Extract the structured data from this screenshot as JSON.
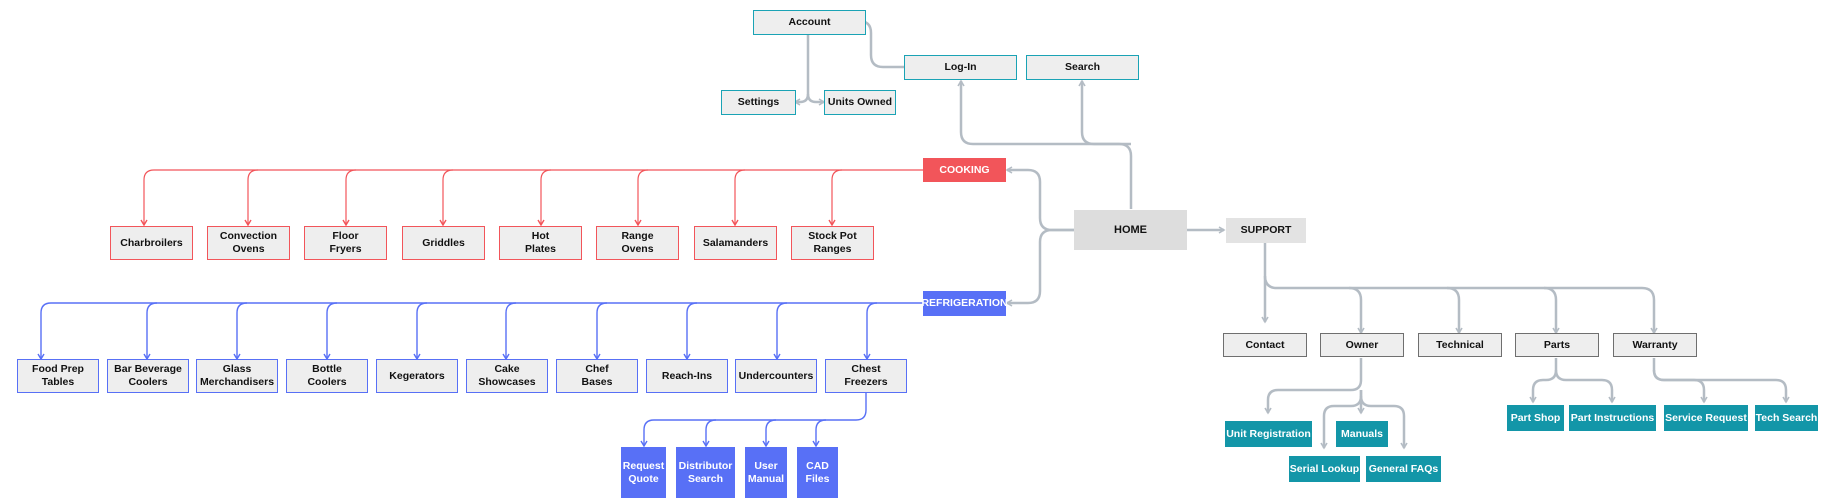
{
  "colors": {
    "red": "#f2555a",
    "blue": "#5870f6",
    "teal": "#1396a8",
    "grey_wire": "#b4bcc4",
    "light_box": "#eeeeee"
  },
  "nodes": {
    "account": "Account",
    "login": "Log-In",
    "search": "Search",
    "settings": "Settings",
    "units_owned": "Units Owned",
    "cooking": "COOKING",
    "home": "HOME",
    "support": "SUPPORT",
    "refrigeration": "REFRIGERATION",
    "cooking_items": [
      "Charbroilers",
      "Convection\nOvens",
      "Floor\nFryers",
      "Griddles",
      "Hot\nPlates",
      "Range\nOvens",
      "Salamanders",
      "Stock Pot\nRanges"
    ],
    "refrigeration_items": [
      "Food Prep\nTables",
      "Bar Beverage\nCoolers",
      "Glass\nMerchandisers",
      "Bottle\nCoolers",
      "Kegerators",
      "Cake\nShowcases",
      "Chef\nBases",
      "Reach-Ins",
      "Undercounters",
      "Chest\nFreezers"
    ],
    "freezer_actions": [
      "Request\nQuote",
      "Distributor\nSearch",
      "User\nManual",
      "CAD\nFiles"
    ],
    "support_items": [
      "Contact",
      "Owner",
      "Technical",
      "Parts",
      "Warranty"
    ],
    "owner_items": [
      "Unit Registration",
      "Manuals",
      "Serial Lookup",
      "General FAQs"
    ],
    "parts_items": [
      "Part Shop",
      "Part Instructions"
    ],
    "warranty_items": [
      "Service Request",
      "Tech Search"
    ]
  }
}
